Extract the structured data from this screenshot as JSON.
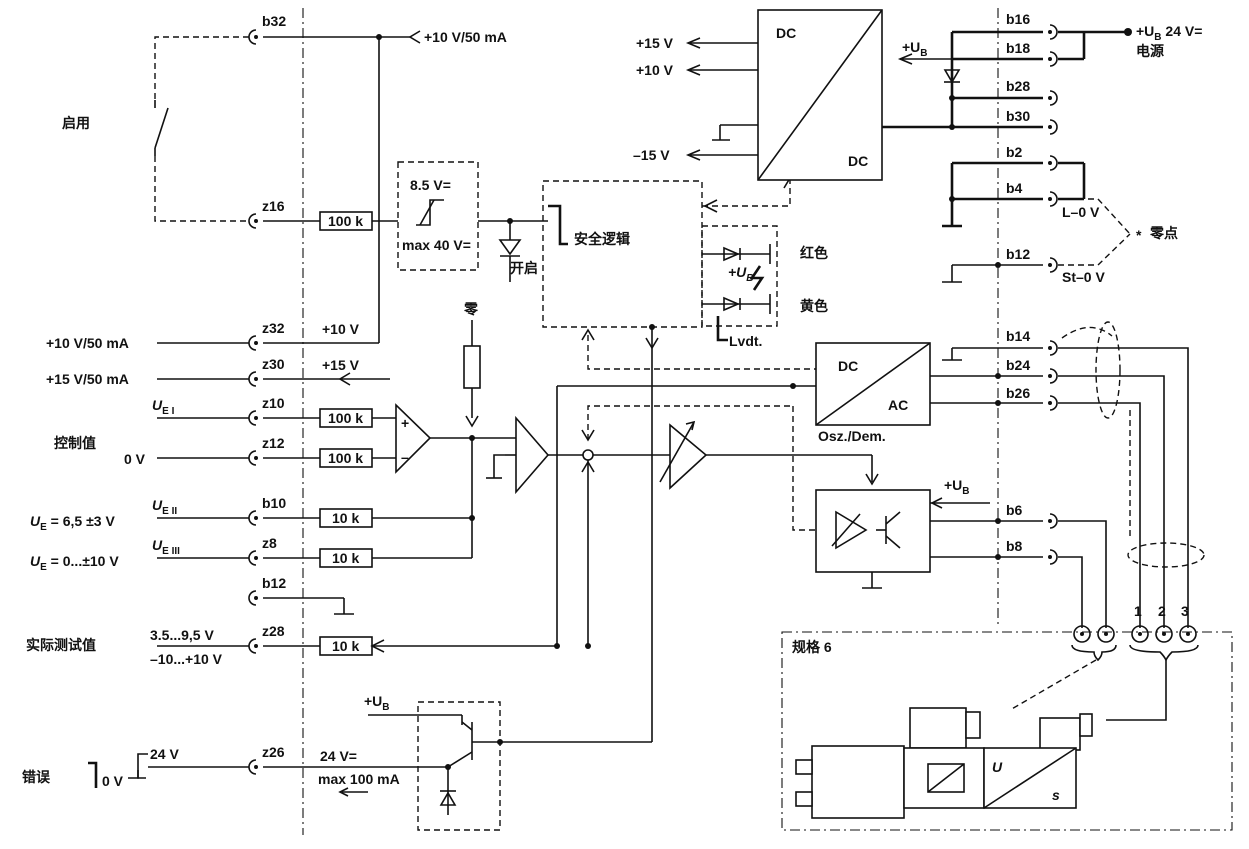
{
  "connectors": {
    "b32": "b32",
    "z16": "z16",
    "z32": "z32",
    "z30": "z30",
    "z10": "z10",
    "z12": "z12",
    "b10": "b10",
    "z8": "z8",
    "b12_left": "b12",
    "z28": "z28",
    "z26": "z26",
    "b16": "b16",
    "b18": "b18",
    "b28": "b28",
    "b30": "b30",
    "b2": "b2",
    "b4": "b4",
    "b12_right": "b12",
    "b14": "b14",
    "b24": "b24",
    "b26": "b26",
    "b6": "b6",
    "b8": "b8"
  },
  "labels": {
    "enable": "启用",
    "control_value": "控制值",
    "actual_test_value": "实际测试值",
    "error": "错误",
    "zero": "零",
    "zero_point": "零点",
    "open": "开启",
    "safety_logic": "安全逻辑",
    "red": "红色",
    "yellow": "黄色",
    "size": "规格 6",
    "power": "电源",
    "lvdt": "Lvdt.",
    "osz_dem": "Osz./Dem."
  },
  "values": {
    "ref_10v_top": "+10 V/50 mA",
    "ref_10v_left": "+10 V/50 mA",
    "ref_15v_left": "+15 V/50 mA",
    "plus_10v": "+10 V",
    "plus_15v": "+15 V",
    "ue1": "U",
    "ue1_sub": "E I",
    "ue2": "U",
    "ue2_sub": "E II",
    "ue3": "U",
    "ue3_sub": "E III",
    "zero_v": "0 V",
    "ue_eq1": "U",
    "ue_eq1_sub": "E",
    "ue_eq1_val": " = 6,5 ±3 V",
    "ue_eq2": "U",
    "ue_eq2_sub": "E",
    "ue_eq2_val": " = 0...±10 V",
    "range1": "3.5...9,5 V",
    "range2": "–10...+10 V",
    "err_24v": "24 V",
    "err_0v": "0 V",
    "out_24v": "24 V=",
    "out_max": "max 100 mA",
    "threshold": "8.5 V=",
    "threshold_max": "max 40 V=",
    "r100k_1": "100 k",
    "r100k_2": "100 k",
    "r100k_3": "100 k",
    "r10k_1": "10 k",
    "r10k_2": "10 k",
    "r10k_3": "10 k",
    "dc_top": "DC",
    "dc_bottom": "DC",
    "dc_osc": "DC",
    "ac_osc": "AC",
    "out_15v": "+15 V",
    "out_10v": "+10 V",
    "out_m15v": "–15 V",
    "ub_pre": "+U",
    "ub_sub": "B",
    "ub_supply": "+U",
    "ub_supply_sub": "B",
    "ub_supply_val": " 24 V=",
    "l0v": "L–0 V",
    "st0v": "St–0 V",
    "pin1": "1",
    "pin2": "2",
    "pin3": "3",
    "coil_u": "U",
    "coil_s": "s",
    "asterisk": "*"
  }
}
